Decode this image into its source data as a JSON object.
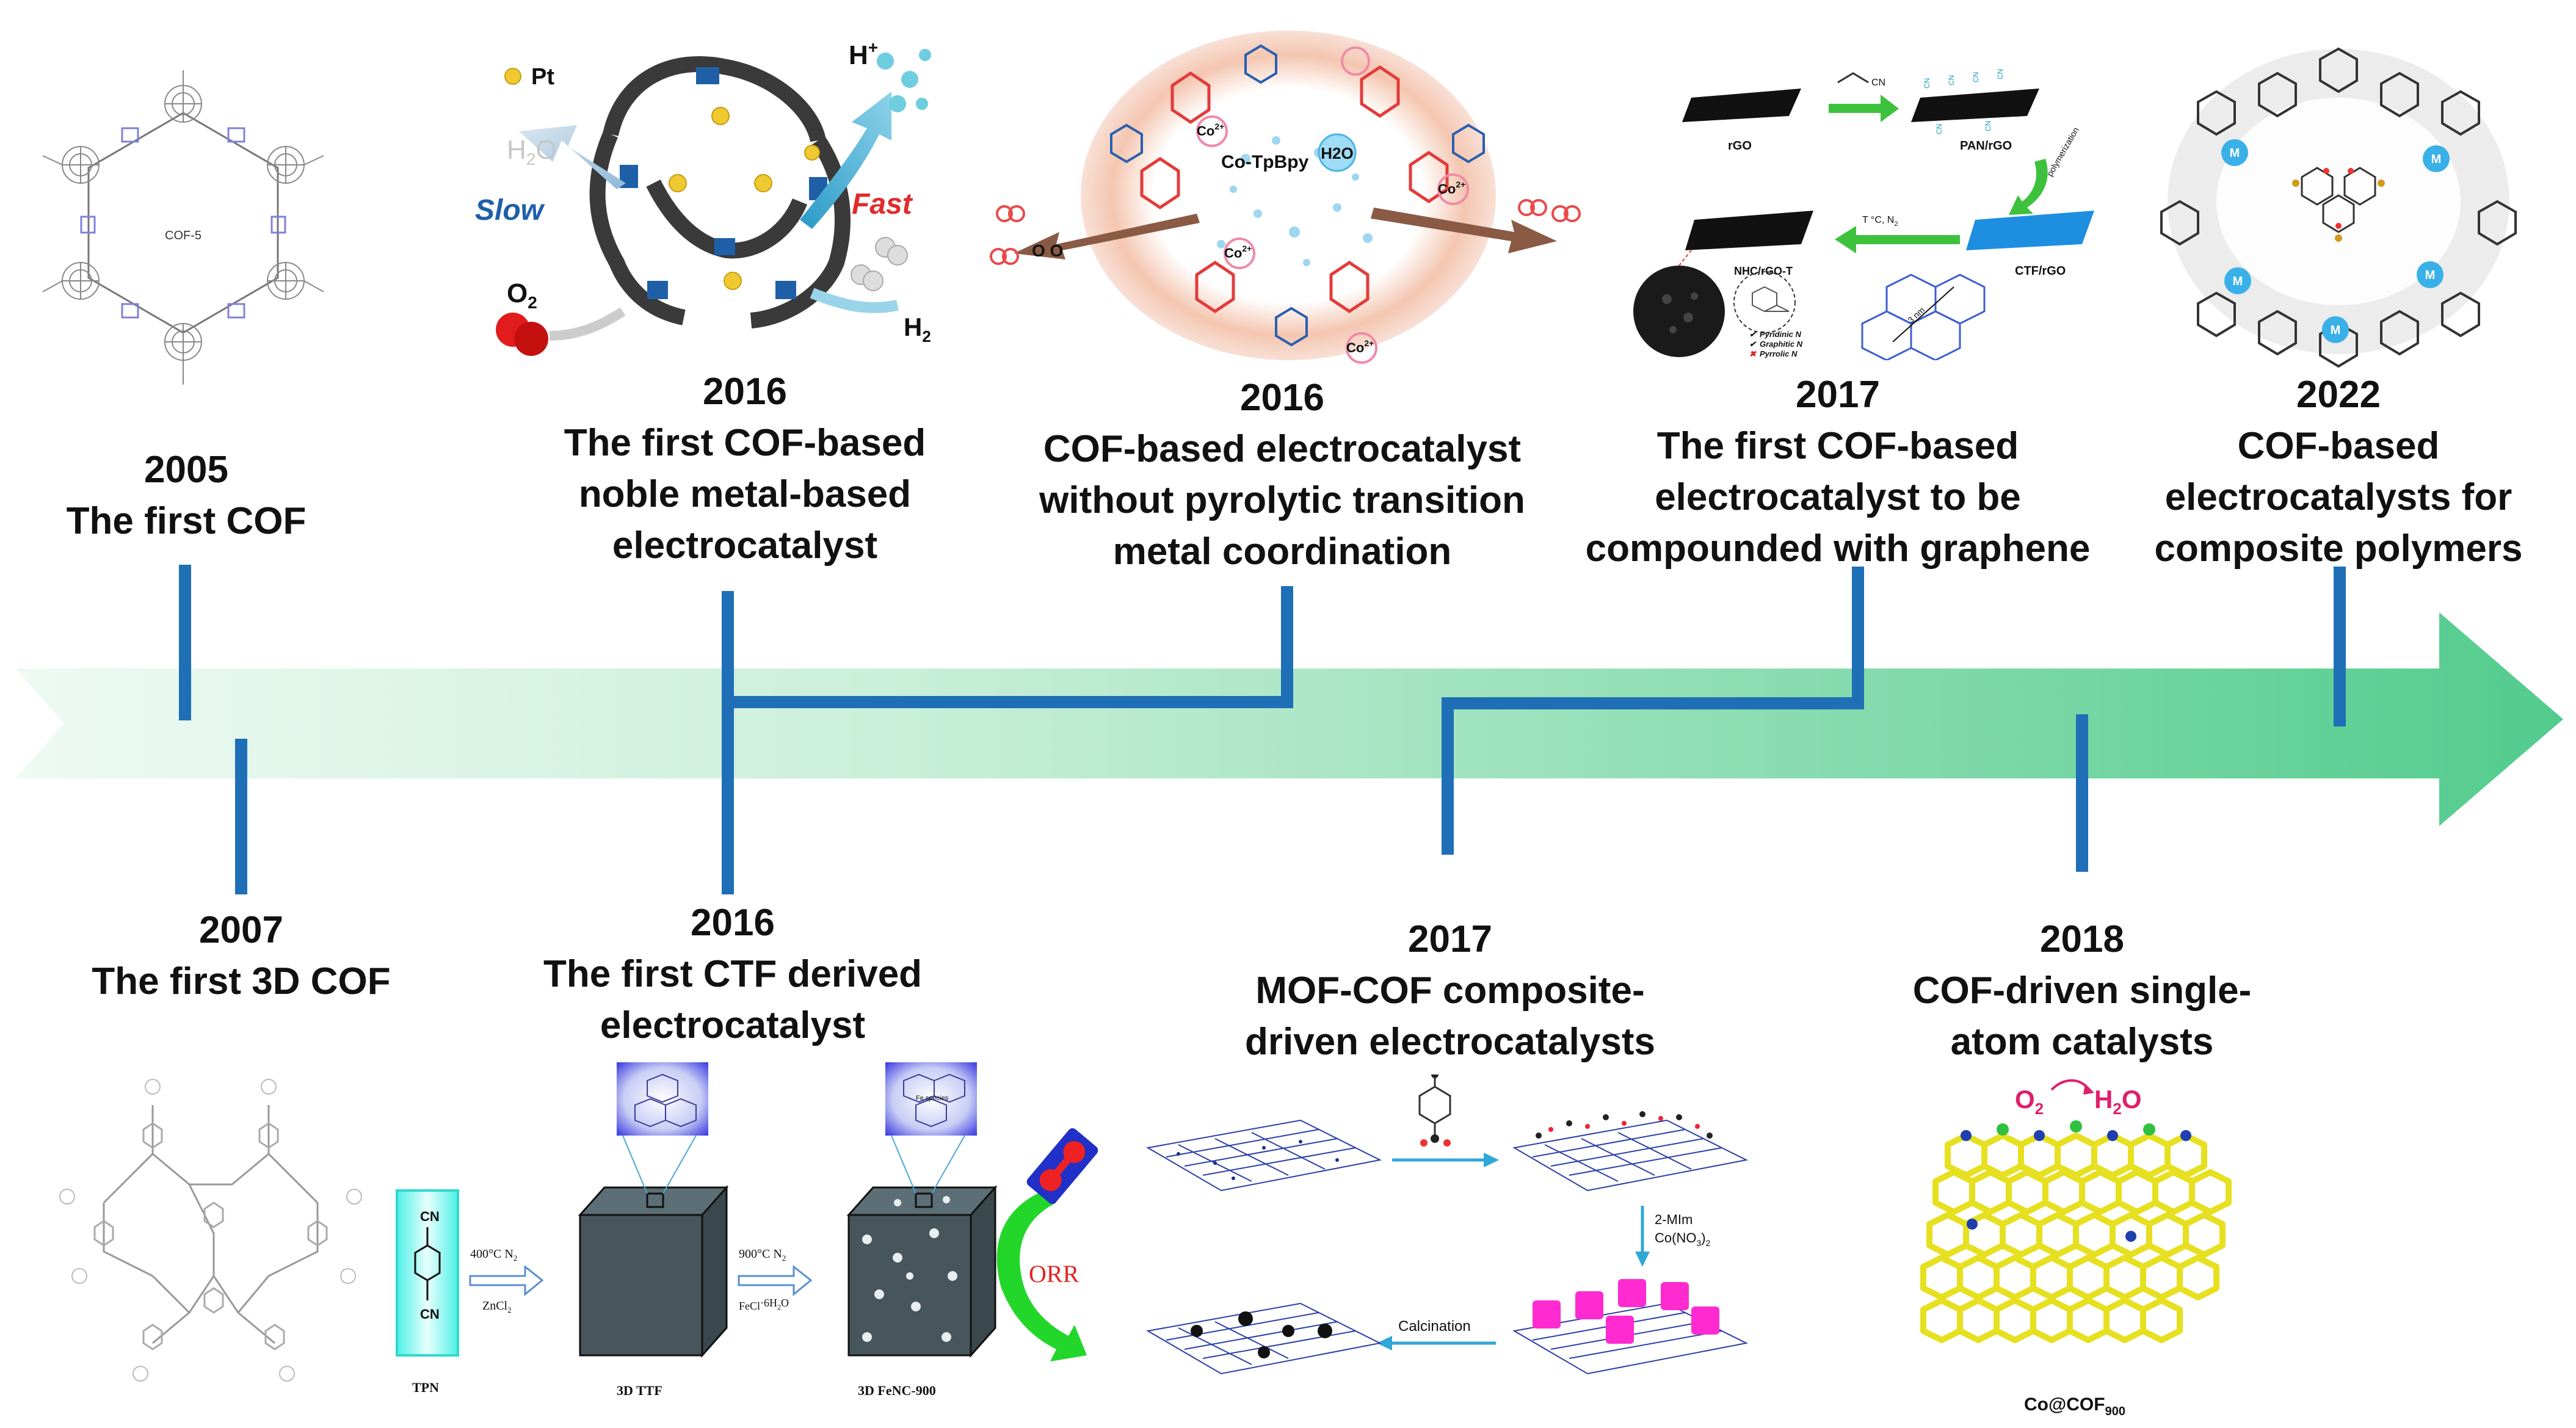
{
  "milestones": [
    {
      "year": "2005",
      "lines": [
        "The first COF"
      ]
    },
    {
      "year": "2007",
      "lines": [
        "The first 3D COF"
      ]
    },
    {
      "year": "2016",
      "lines": [
        "The first COF-based",
        "noble metal-based",
        "electrocatalyst"
      ]
    },
    {
      "year": "2016",
      "lines": [
        "The first CTF derived",
        "electrocatalyst"
      ]
    },
    {
      "year": "2016",
      "lines": [
        "COF-based electrocatalyst",
        "without pyrolytic transition",
        "metal coordination"
      ]
    },
    {
      "year": "2017",
      "lines": [
        "MOF-COF composite-",
        "driven electrocatalysts"
      ]
    },
    {
      "year": "2017",
      "lines": [
        "The first COF-based",
        "electrocatalyst to be",
        "compounded with graphene"
      ]
    },
    {
      "year": "2018",
      "lines": [
        "COF-driven single-",
        "atom catalysts"
      ]
    },
    {
      "year": "2022",
      "lines": [
        "COF-based",
        "electrocatalysts for",
        "composite polymers"
      ]
    }
  ],
  "figures": {
    "cof5": {
      "label": "COF-5"
    },
    "pt": {
      "pt": "Pt",
      "h_plus": "H",
      "plus": "+",
      "h2o": "H",
      "h2o_sub": "2",
      "h2o_o": "O",
      "slow": "Slow",
      "fast": "Fast",
      "o2": "O",
      "o2_sub": "2",
      "h2": "H",
      "h2_sub": "2"
    },
    "tpbpy": {
      "center": "Co-TpBpy",
      "h2o": "H2O",
      "co": "Co",
      "co_sup": "2+",
      "oo": "O O"
    },
    "graphene": {
      "rgo": "rGO",
      "cn": "CN",
      "pan": "PAN/rGO",
      "polymerization": "polymerization",
      "temp": "T °C, N",
      "temp_sub": "2",
      "nhc": "NHC/rGO-T",
      "ctf": "CTF/rGO",
      "nm": "3 nm",
      "n1": "Pyridinic N",
      "n2": "Graphitic N",
      "n3": "Pyrrolic N"
    },
    "ctf": {
      "tpn": "TPN",
      "cn": "CN",
      "step1_top": "400°C  N",
      "step1_sub": "2",
      "step1_bottom": "ZnCl",
      "step1_bottom_sub": "2",
      "ttf": "3D TTF",
      "step2_top": "900°C  N",
      "step2_bottom": "FeCl",
      "step2_bottom_rest": "·6H",
      "step2_bottom_end": "O",
      "fenc": "3D FeNC-900",
      "orr": "ORR",
      "fe_species": "Fe species"
    },
    "mofcof": {
      "reagent1": "2-MIm",
      "reagent2": "Co(NO",
      "reagent2_sub": "3",
      "reagent2_end": ")",
      "reagent2_sub2": "2",
      "calc": "Calcination"
    },
    "single": {
      "o2": "O",
      "o2_sub": "2",
      "h2o": "H",
      "h2o_sub": "2",
      "h2o_o": "O",
      "label": "Co@COF",
      "label_sub": "900"
    },
    "polymer": {
      "m": "M"
    }
  },
  "colors": {
    "arrow_light": "#e9f7ef",
    "arrow_dark": "#5ccf92",
    "connector": "#1f6fb7",
    "text": "#111111"
  }
}
